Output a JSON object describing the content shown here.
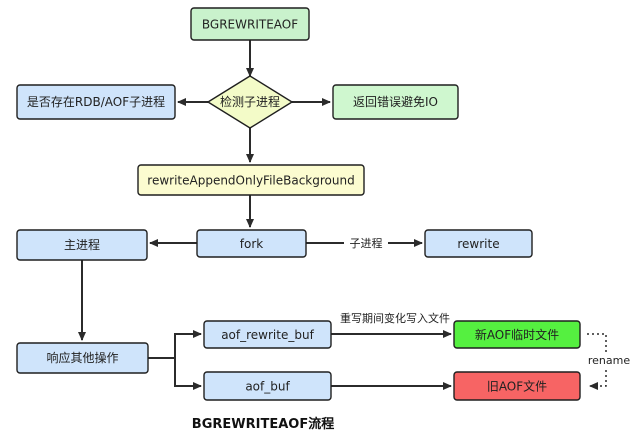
{
  "colors": {
    "start": "#c9f2cc",
    "process": "#cfe4fb",
    "decision": "#f3fbc8",
    "highlight": "#fcfcd0",
    "success": "#cff7cf",
    "new_file": "#55f040",
    "old_file": "#f76464"
  },
  "nodes": {
    "bgrewriteaof": "BGREWRITEAOF",
    "check_child": "检测子进程",
    "child_exists": "是否存在RDB/AOF子进程",
    "return_error": "返回错误避免IO",
    "rewrite_bg": "rewriteAppendOnlyFileBackground",
    "fork": "fork",
    "main_process": "主进程",
    "rewrite": "rewrite",
    "respond": "响应其他操作",
    "aof_rewrite_buf": "aof_rewrite_buf",
    "aof_buf": "aof_buf",
    "new_aof": "新AOF临时文件",
    "old_aof": "旧AOF文件"
  },
  "edge_labels": {
    "child_process": "子进程",
    "write_changes": "重写期间变化写入文件",
    "rename": "rename"
  },
  "caption": "BGREWRITEAOF流程"
}
